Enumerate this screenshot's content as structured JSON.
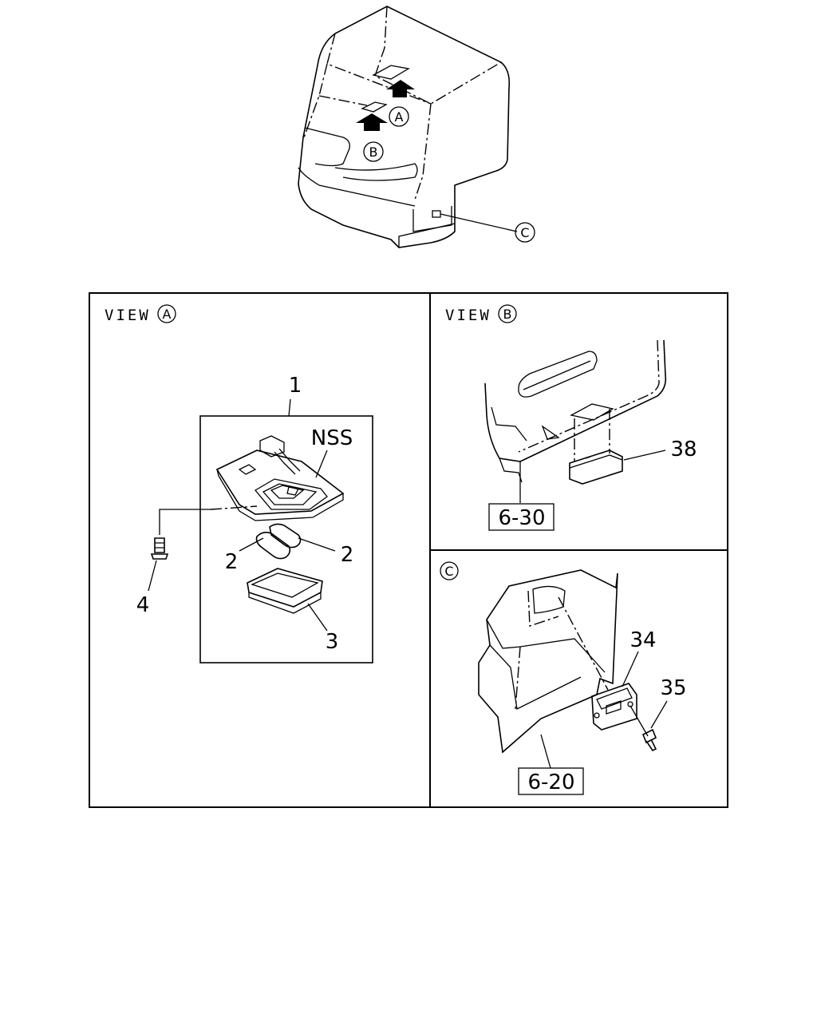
{
  "callouts": {
    "a": "A",
    "b": "B",
    "c": "C"
  },
  "view_a": {
    "heading": "VIEW",
    "marker": "A",
    "labels": {
      "p1": "1",
      "nss": "NSS",
      "p2_left": "2",
      "p2_right": "2",
      "p3": "3",
      "p4": "4"
    }
  },
  "view_b": {
    "heading": "VIEW",
    "marker": "B",
    "labels": {
      "p38": "38",
      "ref": "6-30"
    }
  },
  "view_c": {
    "marker": "C",
    "labels": {
      "p34": "34",
      "p35": "35",
      "ref": "6-20"
    }
  }
}
